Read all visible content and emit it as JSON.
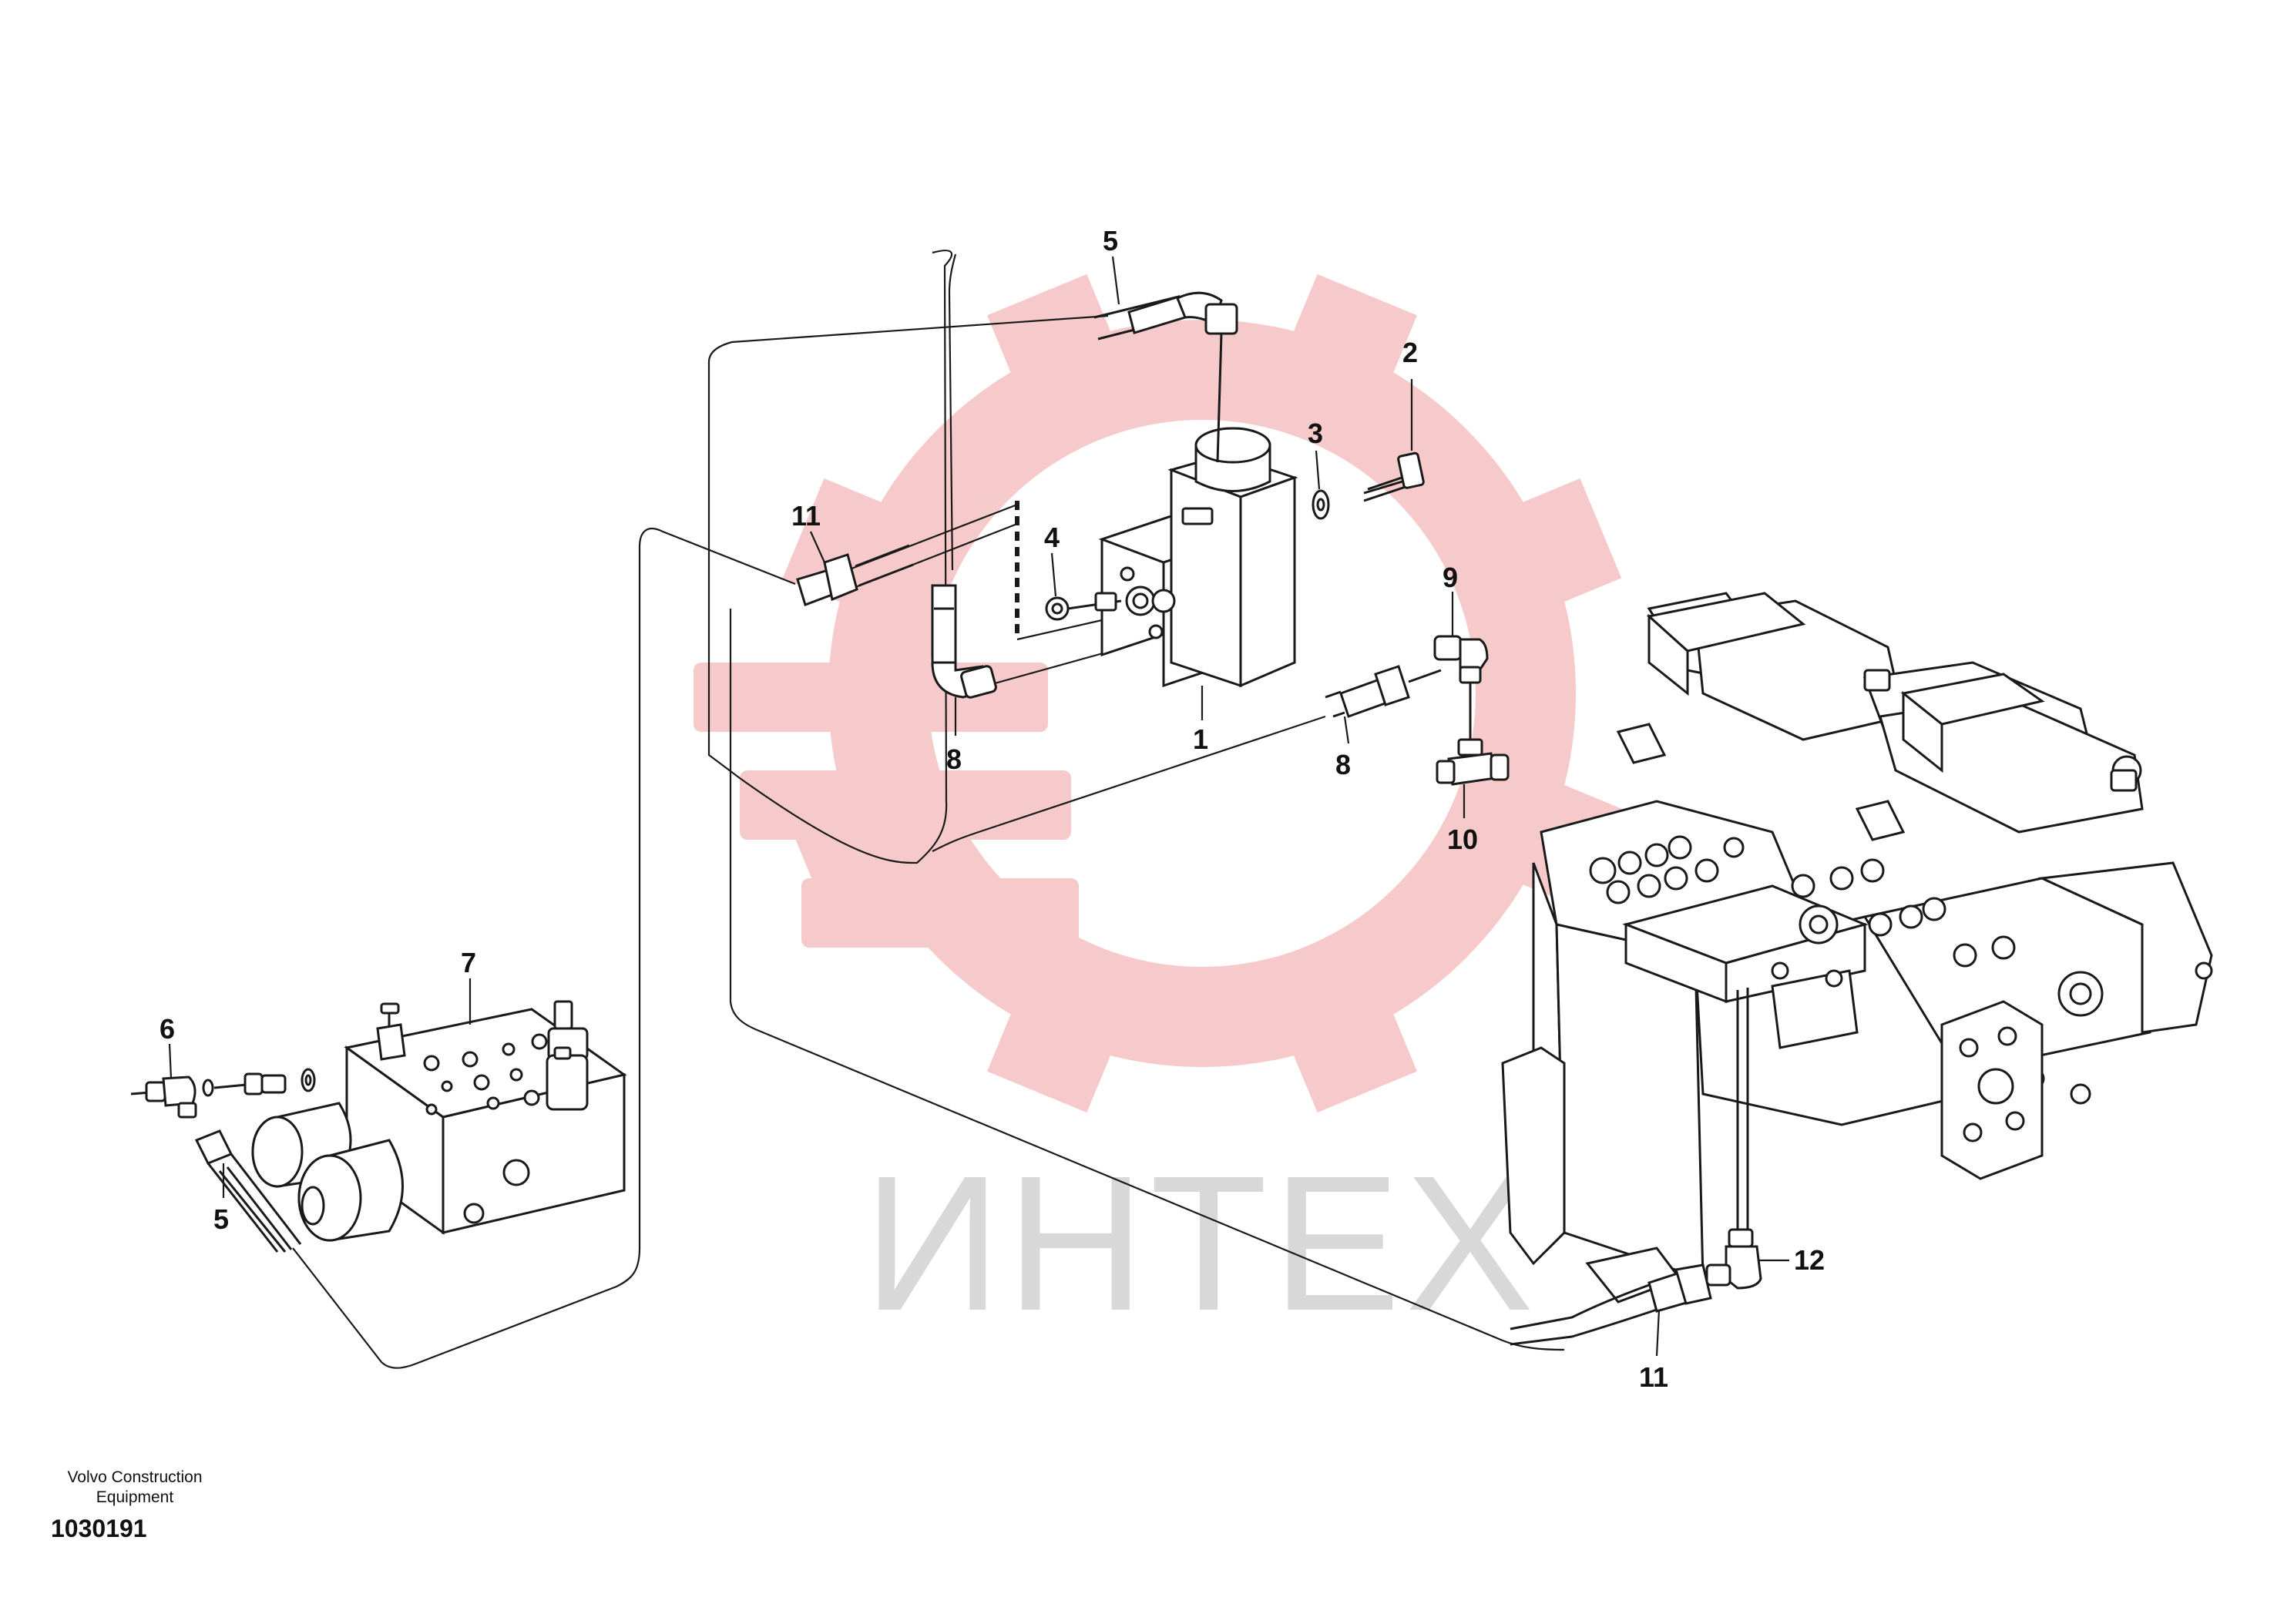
{
  "watermark": {
    "text": "ИНТЕХ",
    "gear_color": "#f6c8c8",
    "text_color": "#d8d8d8"
  },
  "callouts": {
    "c1": "1",
    "c2": "2",
    "c3": "3",
    "c4": "4",
    "c5_top": "5",
    "c5_left": "5",
    "c6": "6",
    "c7": "7",
    "c8_left": "8",
    "c8_right": "8",
    "c9": "9",
    "c10": "10",
    "c11_top": "11",
    "c11_bottom": "11",
    "c12": "12"
  },
  "footer": {
    "maker_line1": "Volvo Construction",
    "maker_line2": "Equipment",
    "drawing_number": "1030191"
  }
}
